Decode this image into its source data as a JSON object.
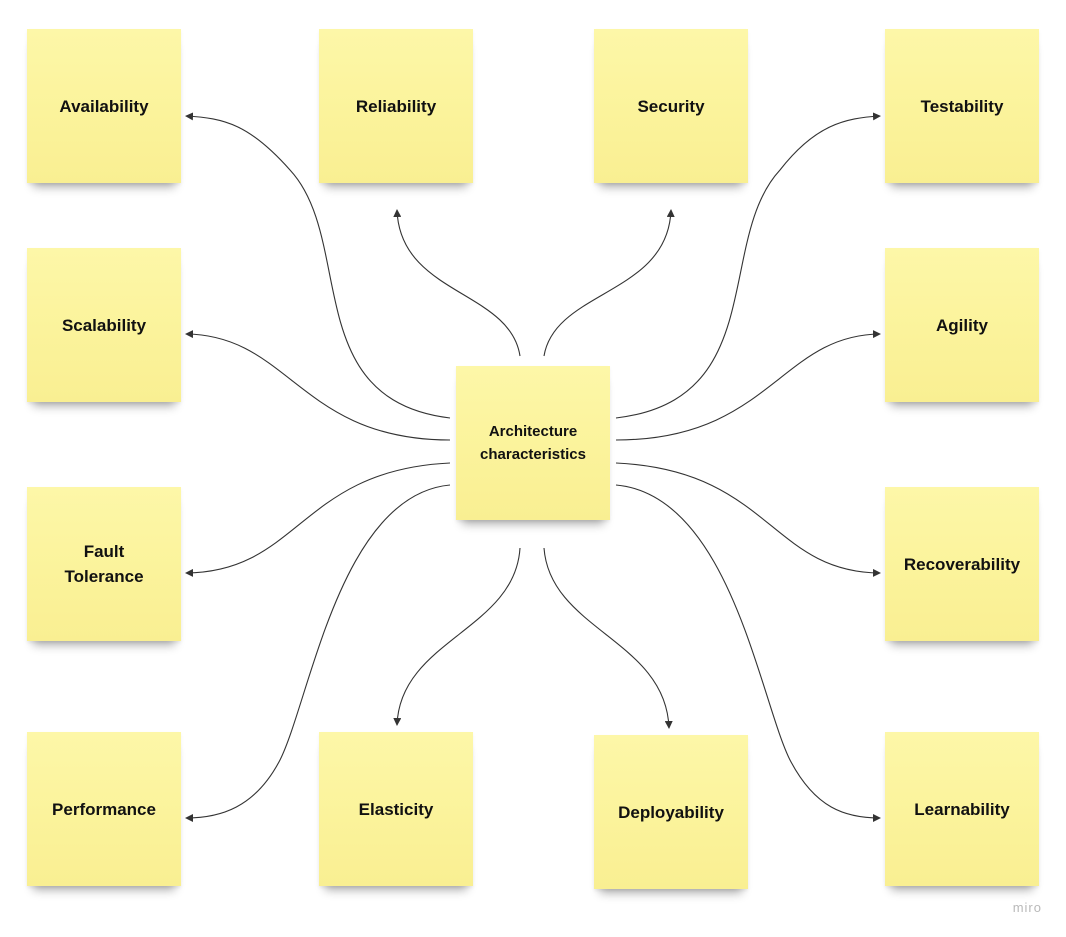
{
  "center": {
    "label": "Architecture\ncharacteristics"
  },
  "notes": [
    {
      "label": "Availability"
    },
    {
      "label": "Reliability"
    },
    {
      "label": "Security"
    },
    {
      "label": "Testability"
    },
    {
      "label": "Scalability"
    },
    {
      "label": "Agility"
    },
    {
      "label": "Fault\nTolerance"
    },
    {
      "label": "Recoverability"
    },
    {
      "label": "Performance"
    },
    {
      "label": "Elasticity"
    },
    {
      "label": "Deployability"
    },
    {
      "label": "Learnability"
    }
  ],
  "watermark": "miro",
  "colors": {
    "sticky": "#fbf39b",
    "connector": "#333333"
  }
}
